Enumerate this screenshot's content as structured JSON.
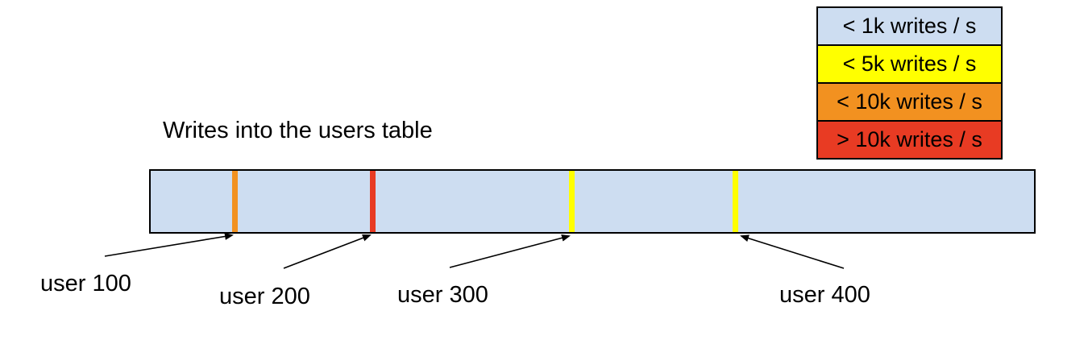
{
  "title": "Writes into the users table",
  "colors": {
    "light_blue": "#cdddf1",
    "yellow": "#ffff00",
    "orange": "#f29120",
    "red": "#e83b23",
    "outline": "#000000"
  },
  "legend": {
    "items": [
      {
        "label": "< 1k writes / s",
        "color": "#cdddf1"
      },
      {
        "label": "< 5k writes / s",
        "color": "#ffff00"
      },
      {
        "label": "< 10k writes / s",
        "color": "#f29120"
      },
      {
        "label": "> 10k writes / s",
        "color": "#e83b23"
      }
    ]
  },
  "bar": {
    "fill": "#cdddf1"
  },
  "markers": [
    {
      "label": "user 100",
      "color": "#f29120",
      "legend_level": "< 10k writes / s"
    },
    {
      "label": "user 200",
      "color": "#e83b23",
      "legend_level": "> 10k writes / s"
    },
    {
      "label": "user 300",
      "color": "#ffff00",
      "legend_level": "< 5k writes / s"
    },
    {
      "label": "user 400",
      "color": "#ffff00",
      "legend_level": "< 5k writes / s"
    }
  ]
}
